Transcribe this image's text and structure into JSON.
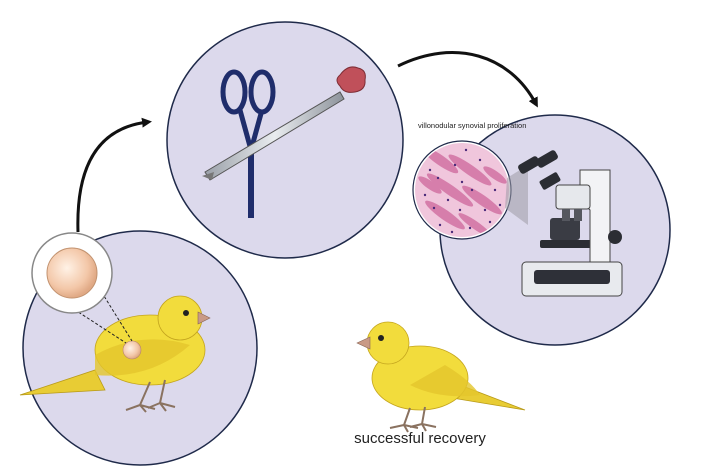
{
  "labels": {
    "histology": "villonodular synovial proliferation",
    "outcome": "successful recovery"
  },
  "colors": {
    "panel_fill": "#dcd9ec",
    "panel_stroke": "#1f2a4a",
    "bird_yellow": "#f2dc3c",
    "arrow": "#111111",
    "tissue_pink": "#e59ac0",
    "instrument_navy": "#1f2d6b",
    "mass_red": "#c0505a"
  },
  "icons": [
    "canary-bird",
    "subcutaneous-mass",
    "scissors",
    "forceps",
    "excised-mass",
    "histology-slide",
    "microscope",
    "recovered-canary"
  ]
}
